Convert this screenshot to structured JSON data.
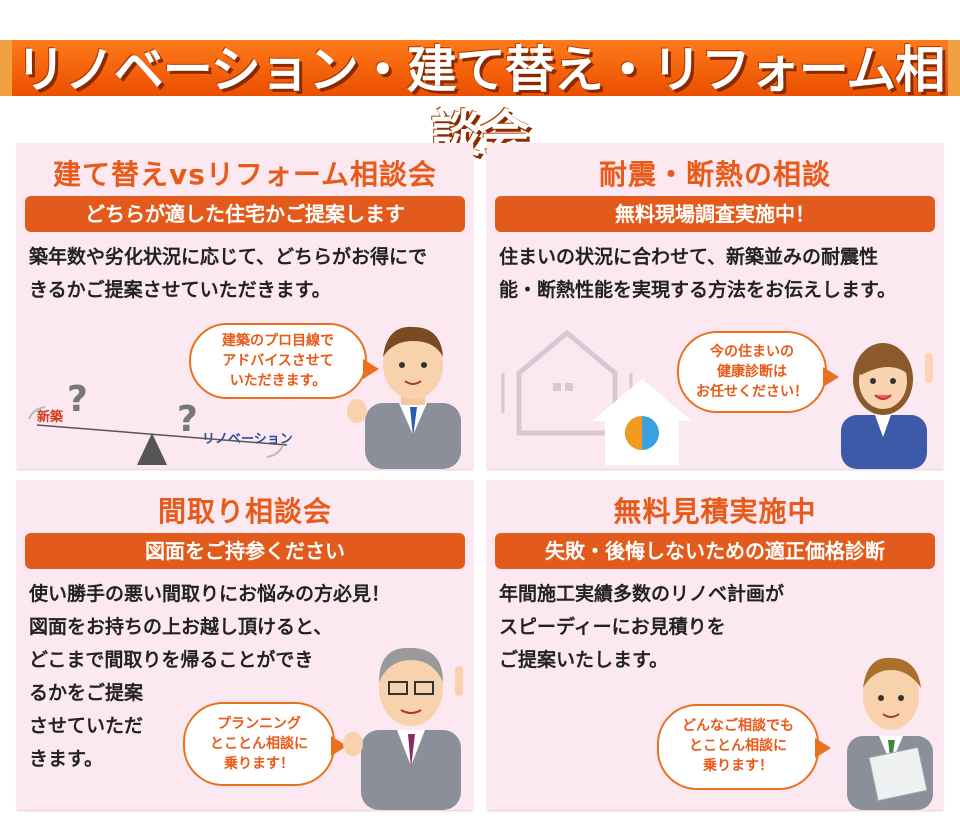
{
  "title": "リノベーション・建て替え・リフォーム相談会",
  "panels": [
    {
      "heading": "建て替えvsリフォーム相談会",
      "bar": "どちらが適した住宅かご提案します",
      "body": [
        "築年数や劣化状況に応じて、どちらがお得にで",
        "きるかご提案させていただきます。"
      ],
      "bubble": [
        "建築のプロ目線で",
        "アドバイスさせて",
        "いただきます。"
      ],
      "scale_left_label": "新築",
      "scale_right_label": "リノベーション"
    },
    {
      "heading": "耐震・断熱の相談",
      "bar": "無料現場調査実施中！",
      "body": [
        "住まいの状況に合わせて、新築並みの耐震性",
        "能・断熱性能を実現する方法をお伝えします。"
      ],
      "bubble": [
        "今の住まいの",
        "健康診断は",
        "お任せください！"
      ]
    },
    {
      "heading": "間取り相談会",
      "bar": "図面をご持参ください",
      "body": [
        "使い勝手の悪い間取りにお悩みの方必見！",
        "図面をお持ちの上お越し頂けると、",
        "どこまで間取りを帰ることができ",
        "るかをご提案",
        "させていただ",
        "きます。"
      ],
      "bubble": [
        "プランニング",
        "とことん相談に",
        "乗ります！"
      ]
    },
    {
      "heading": "無料見積実施中",
      "bar": "失敗・後悔しないための適正価格診断",
      "body": [
        "年間施工実績多数のリノベ計画が",
        "スピーディーにお見積りを",
        "ご提案いたします。"
      ],
      "bubble": [
        "どんなご相談でも",
        "とことん相談に",
        "乗ります！"
      ]
    }
  ],
  "colors": {
    "accent": "#e35b1c",
    "panel_bg": "#fbe8f0",
    "banner": "#f26a10"
  },
  "icons": [
    "question-icon",
    "seesaw-icon",
    "house-outline-icon",
    "house-thermal-icon",
    "man-consultant-illustration",
    "woman-consultant-illustration",
    "senior-man-illustration",
    "young-man-illustration"
  ]
}
